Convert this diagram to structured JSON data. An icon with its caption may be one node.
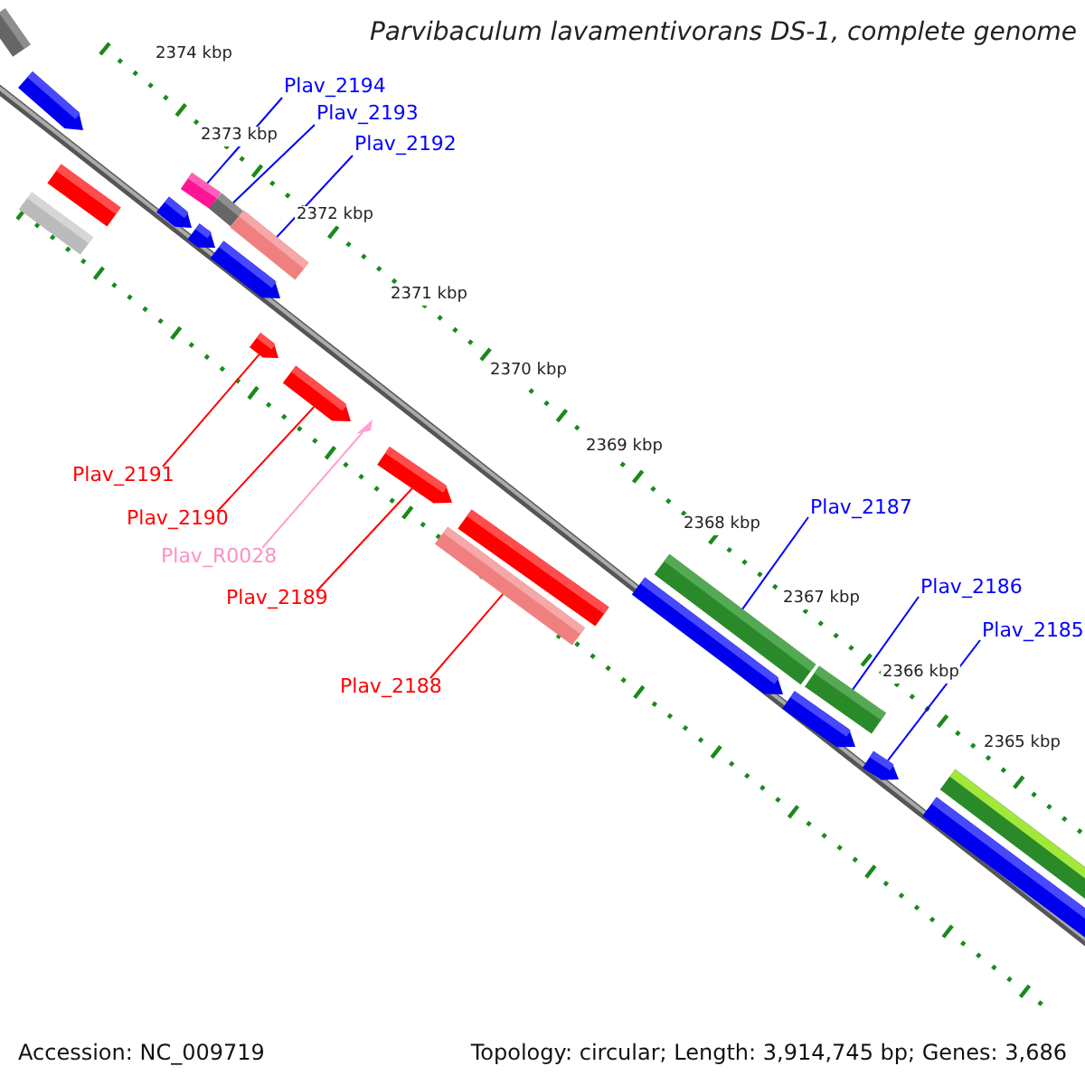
{
  "diagram": {
    "title": "Parvibaculum lavamentivorans DS-1, complete genome",
    "nodes": [
      {
        "text": [
          "Plav_2194"
        ]
      },
      {
        "text": [],
        "shape": "bar"
      },
      {
        "text": [
          "Plav_2193"
        ]
      },
      {
        "text": [],
        "shape": "bar"
      },
      {
        "text": [
          "Plav_2192"
        ]
      },
      {
        "text": [],
        "shape": "bar"
      },
      {
        "text": [
          "Plav_2191"
        ]
      },
      {
        "text": [],
        "shape": "bar"
      },
      {
        "text": [
          "Plav_2190"
        ]
      },
      {
        "text": [],
        "shape": "bar"
      },
      {
        "text": [
          "Plav_R0028"
        ]
      },
      {
        "text": [],
        "shape": "triangle"
      },
      {
        "text": [
          "Plav_2189"
        ]
      },
      {
        "text": [],
        "shape": "bar"
      },
      {
        "text": [
          "Plav_2188"
        ]
      },
      {
        "text": [],
        "shape": "bar"
      },
      {
        "text": [
          "Plav_2187"
        ]
      },
      {
        "text": [],
        "shape": "bar"
      },
      {
        "text": [
          "Plav_2186"
        ]
      },
      {
        "text": [],
        "shape": "bar"
      },
      {
        "text": [
          "Plav_2185"
        ]
      },
      {
        "text": [],
        "shape": "bar"
      },
      {
        "text": [],
        "shape": "bar"
      },
      {
        "text": [],
        "shape": "bar"
      },
      {
        "text": [],
        "shape": "bar"
      },
      {
        "text": [],
        "shape": "bar"
      },
      {
        "text": [],
        "shape": "bar"
      },
      {
        "text": [],
        "shape": "bar"
      },
      {
        "text": [],
        "shape": "bar"
      },
      {
        "text": [],
        "shape": "bar"
      },
      {
        "text": [],
        "shape": "bar"
      },
      {
        "text": [],
        "shape": "bar"
      },
      {
        "text": [],
        "shape": "bar"
      },
      {
        "text": [],
        "shape": "bar"
      }
    ],
    "edges": [
      {
        "from": 0,
        "to": 1,
        "arrow": "none"
      },
      {
        "from": 2,
        "to": 3,
        "arrow": "none"
      },
      {
        "from": 4,
        "to": 5,
        "arrow": "none"
      },
      {
        "from": 6,
        "to": 7,
        "arrow": "none",
        "color": "#ff0000"
      },
      {
        "from": 8,
        "to": 9,
        "arrow": "none",
        "color": "#ff0000"
      },
      {
        "from": 10,
        "to": 11,
        "arrow": "none",
        "color": "#ffa0d0"
      },
      {
        "from": 12,
        "to": 13,
        "arrow": "none",
        "color": "#ff0000"
      },
      {
        "from": 14,
        "to": 15,
        "arrow": "none",
        "color": "#ff0000"
      },
      {
        "from": 16,
        "to": 17,
        "arrow": "none"
      },
      {
        "from": 18,
        "to": 19,
        "arrow": "none"
      },
      {
        "from": 20,
        "to": 21,
        "arrow": "none"
      }
    ],
    "labels": [
      "2374 kbp",
      "2373 kbp",
      "2372 kbp",
      "2371 kbp",
      "2370 kbp",
      "2369 kbp",
      "2368 kbp",
      "2367 kbp",
      "2366 kbp",
      "2365 kbp",
      "Accession: NC_009719",
      "Topology: circular; Length: 3,914,745 bp; Genes: 3,686"
    ]
  }
}
